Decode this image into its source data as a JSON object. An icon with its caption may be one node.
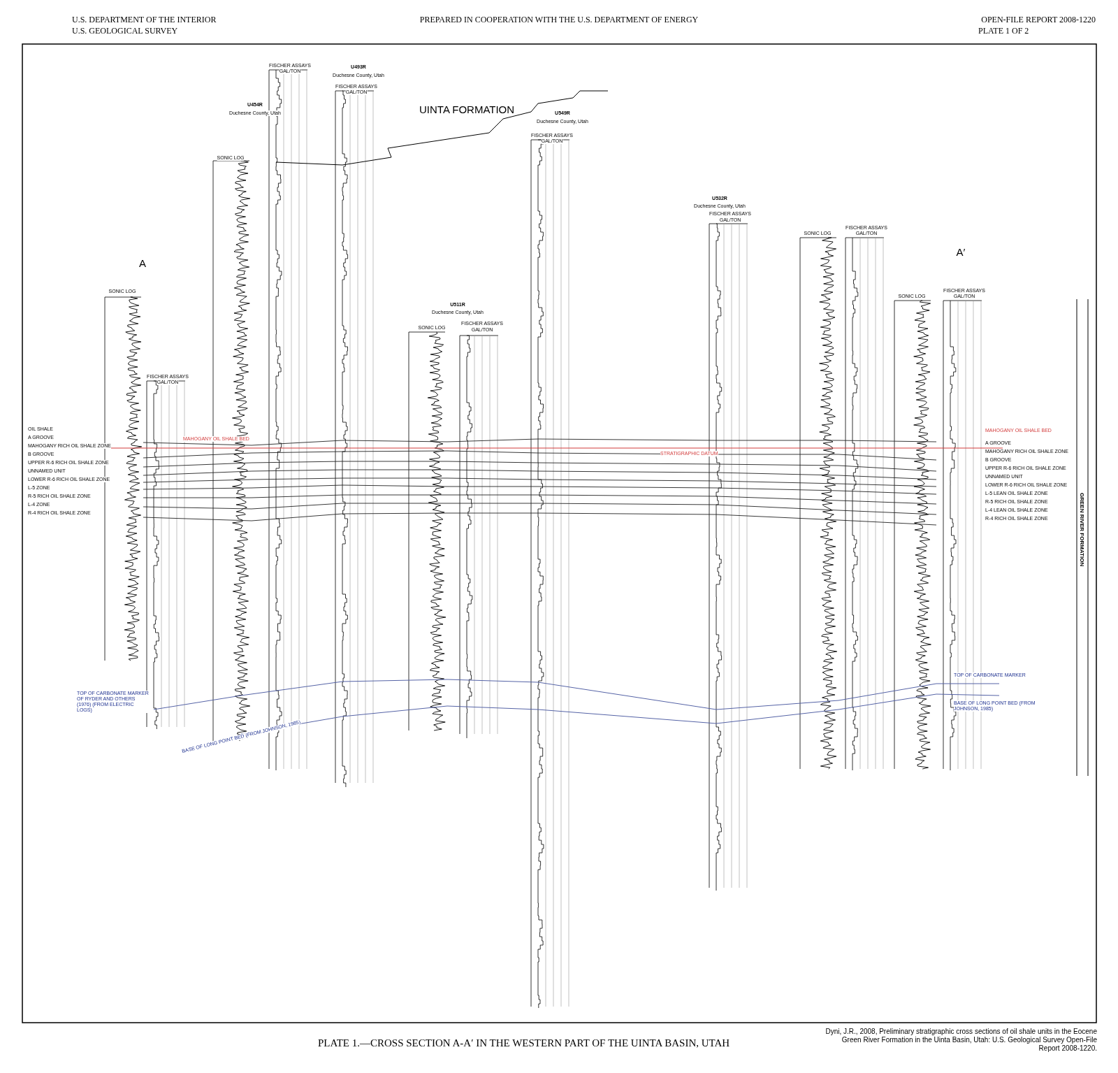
{
  "diagram": {
    "title": "PLATE 1.—CROSS SECTION A-A′ IN THE WESTERN PART OF THE UINTA BASIN, UTAH",
    "caption": "Dyni, J.R., 2008, Preliminary stratigraphic cross sections of oil shale units in the Eocene Green River Formation in the Uinta Basin, Utah: U.S. Geological Survey Open-File Report 2008-1220.",
    "labels": [
      "U.S. DEPARTMENT OF THE INTERIOR",
      "U.S. GEOLOGICAL SURVEY",
      "PREPARED IN COOPERATION WITH THE U.S. DEPARTMENT OF ENERGY",
      "OPEN-FILE REPORT 2008-1220",
      "PLATE 1 OF 2",
      "U493R",
      "Duchesne County, Utah",
      "U454R",
      "Duchesne County, Utah",
      "UINTA FORMATION",
      "U549R",
      "Duchesne County, Utah",
      "U532R",
      "Duchesne County, Utah",
      "A",
      "A′",
      "U511R",
      "Duchesne County, Utah",
      "SONIC LOG",
      "FISCHER ASSAYS",
      "GAL/TON",
      "SONIC LOG",
      "FISCHER ASSAYS",
      "GAL/TON",
      "FISCHER ASSAYS",
      "GAL/TON",
      "SONIC LOG",
      "FISCHER ASSAYS",
      "GAL/TON",
      "FISCHER ASSAYS",
      "GAL/TON",
      "FISCHER ASSAYS",
      "GAL/TON",
      "SONIC LOG",
      "FISCHER ASSAYS",
      "GAL/TON",
      "SONIC LOG",
      "FISCHER ASSAYS",
      "GAL/TON",
      "OIL SHALE",
      "A GROOVE",
      "MAHOGANY RICH OIL SHALE ZONE",
      "B GROOVE",
      "UPPER R-6 RICH OIL SHALE ZONE",
      "UNNAMED UNIT",
      "LOWER R-6 RICH OIL SHALE ZONE",
      "L-5 ZONE",
      "R-5 RICH OIL SHALE ZONE",
      "L-4 ZONE",
      "R-4 RICH OIL SHALE ZONE",
      "MAHOGANY OIL SHALE BED",
      "STRATIGRAPHIC DATUM",
      "MAHOGANY OIL SHALE BED",
      "A GROOVE",
      "MAHOGANY RICH OIL SHALE ZONE",
      "B GROOVE",
      "UPPER R-6 RICH OIL SHALE ZONE",
      "UNNAMED UNIT",
      "LOWER R-6 RICH OIL SHALE ZONE",
      "L-5 LEAN OIL SHALE ZONE",
      "R-5 RICH OIL SHALE ZONE",
      "L-4 LEAN OIL SHALE ZONE",
      "R-4 RICH OIL SHALE ZONE",
      "GREEN RIVER FORMATION",
      "TOP OF CARBONATE MARKER OF RYDER AND OTHERS (1976) (FROM ELECTRIC LOGS)",
      "BASE OF LONG POINT BED (FROM JOHNSON, 1985)",
      "TOP OF CARBONATE MARKER",
      "BASE OF LONG POINT BED (FROM JOHNSON, 1985)"
    ]
  }
}
